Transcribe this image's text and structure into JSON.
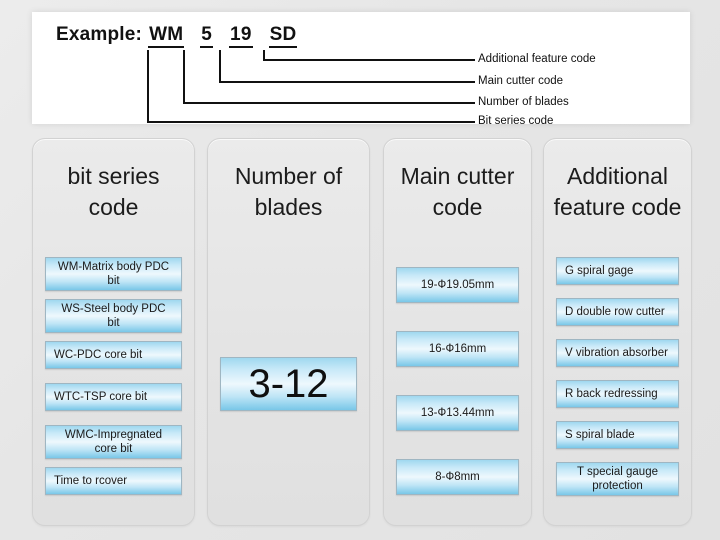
{
  "header": {
    "example_label": "Example:",
    "codes": [
      "WM",
      "5",
      "19",
      "SD"
    ],
    "callouts": [
      {
        "label": "Additional feature code",
        "source": "SD"
      },
      {
        "label": "Main cutter code",
        "source": "19"
      },
      {
        "label": "Number of  blades",
        "source": "5"
      },
      {
        "label": "Bit series code",
        "source": "WM"
      }
    ]
  },
  "colors": {
    "page_background": "#e8e8e8",
    "panel_background": "#e6e6e6",
    "chip_blue_top": "#9fd8ef",
    "chip_blue_mid": "#eef8fd",
    "chip_blue_bottom": "#79c7e8",
    "chip_border": "#9fb6c2",
    "text": "#1a1a1a"
  },
  "columns": [
    {
      "title": "bit series code",
      "items": [
        {
          "text": "WM-Matrix body PDC bit",
          "lines": 2,
          "align": "center"
        },
        {
          "text": "WS-Steel body PDC bit",
          "lines": 2,
          "align": "center"
        },
        {
          "text": "WC-PDC core bit",
          "lines": 1,
          "align": "left"
        },
        {
          "text": "WTC-TSP core bit",
          "lines": 1,
          "align": "left"
        },
        {
          "text": "WMC-Impregnated core bit",
          "lines": 2,
          "align": "center"
        },
        {
          "text": "Time to rcover",
          "lines": 1,
          "align": "left"
        }
      ]
    },
    {
      "title": "Number of blades",
      "items": [
        {
          "text": "3-12",
          "lines": 1,
          "align": "center",
          "big": true
        }
      ]
    },
    {
      "title": "Main cutter code",
      "items": [
        {
          "text": "19-Ф19.05mm",
          "lines": 1,
          "align": "center"
        },
        {
          "text": "16-Ф16mm",
          "lines": 1,
          "align": "center"
        },
        {
          "text": "13-Ф13.44mm",
          "lines": 1,
          "align": "center"
        },
        {
          "text": "8-Ф8mm",
          "lines": 1,
          "align": "center"
        }
      ]
    },
    {
      "title": "Additional feature code",
      "items": [
        {
          "text": "G spiral gage",
          "lines": 1,
          "align": "left"
        },
        {
          "text": "D  double row cutter",
          "lines": 1,
          "align": "left"
        },
        {
          "text": "V vibration absorber",
          "lines": 1,
          "align": "left"
        },
        {
          "text": "R  back redressing",
          "lines": 1,
          "align": "left"
        },
        {
          "text": "S spiral blade",
          "lines": 1,
          "align": "left"
        },
        {
          "text": "T  special gauge protection",
          "lines": 2,
          "align": "center"
        }
      ]
    }
  ]
}
